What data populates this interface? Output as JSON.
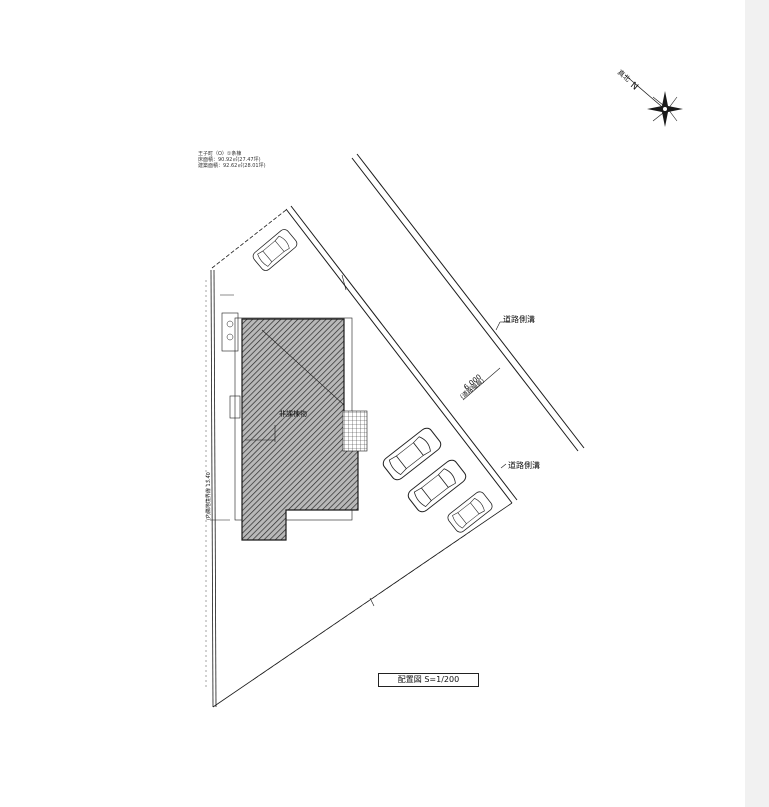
{
  "info": {
    "line1": "王子町（O）①条棟",
    "line2": "床面積：90.92㎡(27.47坪)",
    "line3": "建築面積：92.62㎡(28.01坪)"
  },
  "labels": {
    "north": "真北",
    "north_letter": "N",
    "road_gutter_top": "道路側溝",
    "road_gutter_bottom": "道路側溝",
    "road_width": "6.000",
    "road_note": "(道路幅員)",
    "building": "非課棟物",
    "left_boundary": "(P)隣地境界線 13.40"
  },
  "scale": "配置図 S=1/200",
  "colors": {
    "line": "#1a1a1a",
    "hatch": "#2a2a2a",
    "building_fill": "#b8b8b8"
  },
  "icons": [
    "compass-rose-icon",
    "car-icon"
  ]
}
